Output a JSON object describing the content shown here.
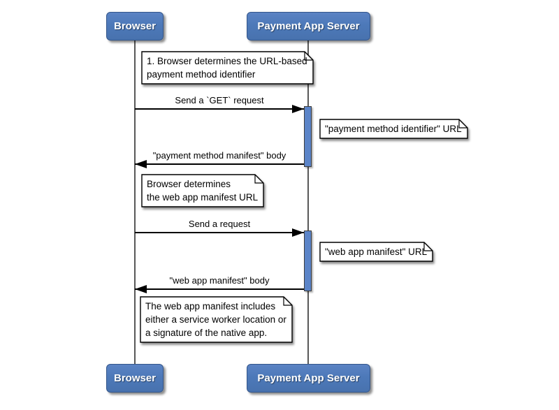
{
  "diagram": {
    "type": "uml-sequence-diagram",
    "actors": [
      {
        "id": "browser",
        "label": "Browser"
      },
      {
        "id": "payment-app-server",
        "label": "Payment App Server"
      }
    ],
    "messages": [
      {
        "from": "browser",
        "to": "payment-app-server",
        "direction": "right",
        "label": "Send a `GET` request"
      },
      {
        "from": "payment-app-server",
        "to": "browser",
        "direction": "left",
        "label": "\"payment method manifest\" body"
      },
      {
        "from": "browser",
        "to": "payment-app-server",
        "direction": "right",
        "label": "Send a request"
      },
      {
        "from": "payment-app-server",
        "to": "browser",
        "direction": "left",
        "label": "\"web app manifest\" body"
      }
    ],
    "notes": [
      {
        "attached_to": "browser",
        "text": "1. Browser determines the URL-based\npayment method identifier"
      },
      {
        "attached_to": "payment-app-server",
        "text": "\"payment method identifier\" URL"
      },
      {
        "attached_to": "browser",
        "text": "Browser determines\nthe web app manifest URL"
      },
      {
        "attached_to": "payment-app-server",
        "text": "\"web app manifest\" URL"
      },
      {
        "attached_to": "browser",
        "text": "The web app manifest includes\neither a service worker location or\na signature of the native app."
      }
    ],
    "activations": [
      {
        "lifeline": "payment-app-server",
        "span": "GET request to payment method manifest response"
      },
      {
        "lifeline": "payment-app-server",
        "span": "request to web app manifest response"
      }
    ],
    "colors": {
      "actor_fill": "#4d79b9",
      "actor_border": "#34568a",
      "actor_text": "#ffffff",
      "activation_fill": "#5b84c8",
      "note_fill": "#ffffff",
      "line": "#000000",
      "lifeline": "#585858",
      "background": "#ffffff"
    }
  }
}
